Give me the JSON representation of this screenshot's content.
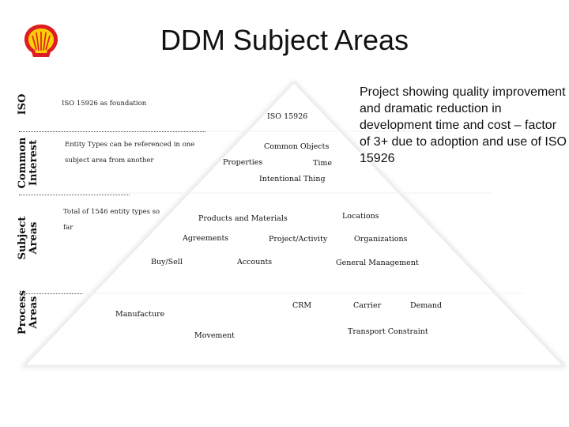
{
  "title": "DDM Subject Areas",
  "callout": "Project showing quality improvement and dramatic reduction in development time and cost – factor of 3+ due to adoption and use of ISO 15926",
  "side_labels": {
    "iso": "ISO",
    "common_interest": [
      "Common",
      "Interest"
    ],
    "subject_areas": [
      "Subject",
      "Areas"
    ],
    "process_areas": [
      "Process",
      "Areas"
    ]
  },
  "notes": {
    "iso_foundation": "ISO 15926 as foundation",
    "entity_types": [
      "Entity Types can be referenced in one",
      "subject area from another"
    ],
    "total_entity_types": [
      "Total of 1546 entity types so",
      "far"
    ]
  },
  "pyramid_labels": {
    "iso_15926": "ISO 15926",
    "common_objects": "Common Objects",
    "properties": "Properties",
    "time": "Time",
    "intentional_thing": "Intentional Thing",
    "products_materials": "Products and Materials",
    "locations": "Locations",
    "agreements": "Agreements",
    "project_activity": "Project/Activity",
    "organizations": "Organizations",
    "buy_sell": "Buy/Sell",
    "accounts": "Accounts",
    "general_management": "General Management",
    "crm": "CRM",
    "carrier": "Carrier",
    "demand": "Demand",
    "manufacture": "Manufacture",
    "transport_constraint": "Transport Constraint",
    "movement": "Movement"
  },
  "colors": {
    "shell_red": "#dd1d21",
    "shell_yellow": "#fbce07",
    "pyramid_shadow": "#e6e6e6"
  }
}
